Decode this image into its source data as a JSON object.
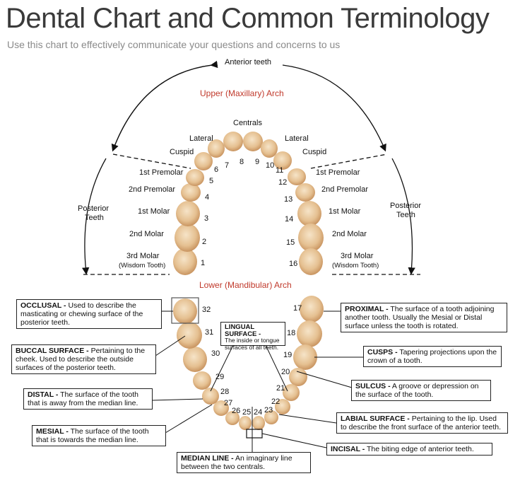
{
  "header": {
    "title": "Dental Chart and Common Terminology",
    "subtitle": "Use this chart to effectively communicate your questions and concerns to us"
  },
  "upper": {
    "anterior": "Anterior teeth",
    "arch_title": "Upper (Maxillary) Arch",
    "centrals": "Centrals",
    "lateral_left": "Lateral",
    "lateral_right": "Lateral",
    "cuspid_left": "Cuspid",
    "cuspid_right": "Cuspid",
    "premolar1_left": "1st Premolar",
    "premolar1_right": "1st Premolar",
    "premolar2_left": "2nd Premolar",
    "premolar2_right": "2nd Premolar",
    "molar1_left": "1st Molar",
    "molar1_right": "1st Molar",
    "molar2_left": "2nd Molar",
    "molar2_right": "2nd Molar",
    "molar3_left": "3rd Molar",
    "molar3_right": "3rd Molar",
    "wisdom_left": "(Wisdom Tooth)",
    "wisdom_right": "(Wisdom Tooth)",
    "posterior_left_1": "Posterior",
    "posterior_left_2": "Teeth",
    "posterior_right_1": "Posterior",
    "posterior_right_2": "Teeth",
    "numbers": [
      "1",
      "2",
      "3",
      "4",
      "5",
      "6",
      "7",
      "8",
      "9",
      "10",
      "11",
      "12",
      "13",
      "14",
      "15",
      "16"
    ]
  },
  "lower": {
    "arch_title": "Lower (Mandibular) Arch",
    "numbers": [
      "17",
      "18",
      "19",
      "20",
      "21",
      "22",
      "23",
      "24",
      "25",
      "26",
      "27",
      "28",
      "29",
      "30",
      "31",
      "32"
    ]
  },
  "terms": {
    "occlusal_term": "OCCLUSAL -",
    "occlusal_desc": " Used to describe the masticating or chewing surface of the posterior teeth.",
    "buccal_term": "BUCCAL SURFACE -",
    "buccal_desc": " Pertaining to the cheek.  Used to describe the outside surfaces of the posterior teeth.",
    "distal_term": "DISTAL -",
    "distal_desc": " The surface of the tooth that is away from the median line.",
    "mesial_term": "MESIAL -",
    "mesial_desc": " The surface of the tooth that is towards the median line.",
    "median_term": "MEDIAN LINE -",
    "median_desc": " An imaginary line between the two centrals.",
    "lingual_term": "LINGUAL SURFACE -",
    "lingual_desc": "The inside or tongue surfaces of all teeth.",
    "proximal_term": "PROXIMAL -",
    "proximal_desc": " The surface of a tooth adjoining another tooth.  Usually the Mesial or Distal surface unless the tooth is rotated.",
    "cusps_term": "CUSPS -",
    "cusps_desc": " Tapering projections upon the crown of a tooth.",
    "sulcus_term": "SULCUS -",
    "sulcus_desc": " A groove or depression on the surface of the tooth.",
    "labial_term": "LABIAL SURFACE -",
    "labial_desc": " Pertaining to the lip. Used to describe the front surface of the anterior teeth.",
    "incisal_term": "INCISAL -",
    "incisal_desc": " The biting edge of anterior teeth."
  },
  "colors": {
    "tooth": "#e9c9a0",
    "tooth_shade": "#c9955e",
    "arch_label": "#c0392b"
  }
}
